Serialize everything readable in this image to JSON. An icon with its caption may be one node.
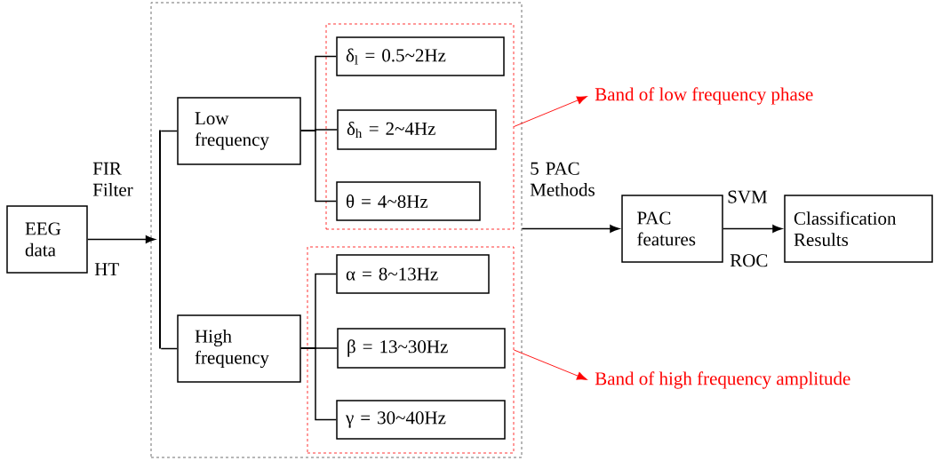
{
  "diagram": {
    "nodes": [
      {
        "text": [
          "EEG data"
        ]
      },
      {
        "text": [],
        "shape": "box"
      },
      {
        "text": [
          "Low frequency"
        ],
        "in": 1
      },
      {
        "text": [
          "High frequency"
        ],
        "in": 1
      },
      {
        "text": [],
        "shape": "box",
        "in": 1
      },
      {
        "text": [
          "δ$_{l}$ = 0.5~2Hz"
        ],
        "in": 4
      },
      {
        "text": [
          "δ$_{h}$ = 2~4Hz"
        ],
        "in": 4
      },
      {
        "text": [
          "θ = 4~8Hz"
        ],
        "in": 4
      },
      {
        "text": [],
        "shape": "box",
        "in": 1
      },
      {
        "text": [
          "α = 8~13Hz"
        ],
        "in": 8
      },
      {
        "text": [
          "β = 13~30Hz"
        ],
        "in": 8
      },
      {
        "text": [
          "γ = 30~40Hz"
        ],
        "in": 8
      },
      {
        "text": [
          "PAC features"
        ]
      },
      {
        "text": [
          "Classification Results"
        ]
      },
      {
        "text": [
          "Band of low frequency phase"
        ]
      },
      {
        "text": [
          "Band of high frequency amplitude"
        ]
      },
      {
        "text": [],
        "shape": "bar",
        "in": 1
      }
    ],
    "edges": [
      {
        "from": 0,
        "to": 16,
        "arrow": "to",
        "label": "FIR Filter"
      },
      {
        "from": 16,
        "to": 2,
        "arrow": "none"
      },
      {
        "from": 16,
        "to": 3,
        "arrow": "none"
      },
      {
        "from": 2,
        "to": 5,
        "arrow": "none"
      },
      {
        "from": 2,
        "to": 6,
        "arrow": "none"
      },
      {
        "from": 2,
        "to": 7,
        "arrow": "none"
      },
      {
        "from": 3,
        "to": 9,
        "arrow": "none"
      },
      {
        "from": 3,
        "to": 10,
        "arrow": "none"
      },
      {
        "from": 3,
        "to": 11,
        "arrow": "none"
      },
      {
        "from": 1,
        "to": 12,
        "arrow": "to",
        "label": "5 PAC Methods"
      },
      {
        "from": 12,
        "to": 13,
        "arrow": "to",
        "label": "SVM"
      },
      {
        "from": 4,
        "to": 14,
        "arrow": "to",
        "color": "#ff0000"
      },
      {
        "from": 8,
        "to": 15,
        "arrow": "to",
        "color": "#ff0000"
      }
    ],
    "labels": [
      "HT",
      "ROC"
    ]
  }
}
